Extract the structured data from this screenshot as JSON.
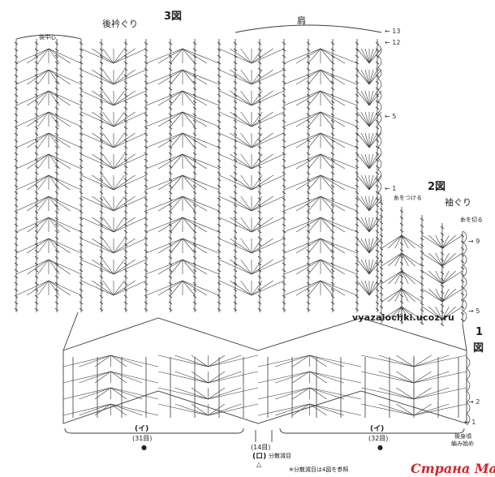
{
  "labels": {
    "fig3": "3図",
    "fig2": "2図",
    "fig1_a": "1",
    "fig1_b": "図",
    "back_neck": "後衿ぐり",
    "shoulder": "肩",
    "back_center": "後中心",
    "armhole": "袖ぐり",
    "attach_yarn": "糸をつける",
    "cut_yarn": "糸を切る",
    "url": "vyazalochki.ucoz.ru",
    "i_left": "(イ)",
    "i_left_count": "(31目)",
    "ro": "(ロ)",
    "ro_count": "(14目)",
    "ro_note": "分散減目",
    "i_right": "(イ)",
    "i_right_count": "(32目)",
    "back_body_a": "後身頃",
    "back_body_b": "編み始め",
    "footnote": "※分散減目は4図を参照",
    "watermark": "Страна Мам"
  },
  "row_markers": {
    "upper": [
      "13",
      "12",
      "5",
      "1"
    ],
    "middle": [
      "9",
      "5"
    ],
    "lower": [
      "2",
      "1"
    ]
  },
  "symbols": {
    "dot": "●",
    "triangle": "△"
  },
  "colors": {
    "line": "#3a3a3a",
    "watermark": "#d4252b"
  }
}
